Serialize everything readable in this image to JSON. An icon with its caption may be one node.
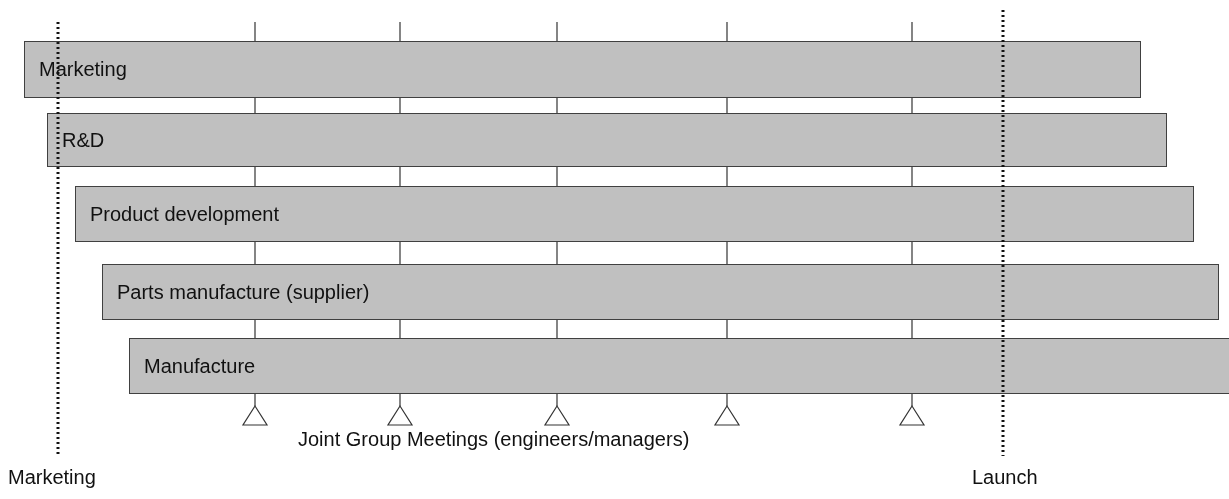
{
  "diagram": {
    "nodes": [
      {
        "text": [
          "Marketing"
        ]
      },
      {
        "text": [
          "R&D"
        ]
      },
      {
        "text": [
          "Product development"
        ]
      },
      {
        "text": [
          "Parts manufacture (supplier)"
        ]
      },
      {
        "text": [
          "Manufacture"
        ]
      }
    ],
    "labels": [
      "Joint Group Meetings (engineers/managers)",
      "Marketing",
      "Launch"
    ]
  }
}
